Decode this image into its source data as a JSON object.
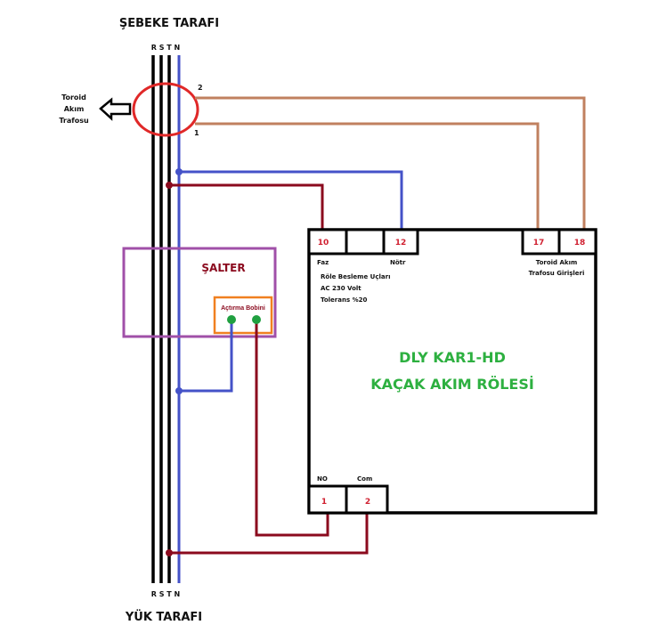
{
  "title_top": "ŞEBEKE TARAFI",
  "title_bottom": "YÜK TARAFI",
  "phase_labels_top": "R S T N",
  "phase_labels_bottom": "R S T N",
  "toroid": {
    "label_lines": [
      "Toroid",
      "Akım",
      "Trafosu"
    ],
    "terminal_2": "2",
    "terminal_1": "1"
  },
  "breaker": {
    "title": "ŞALTER",
    "coil_label": "Açtırma Bobini"
  },
  "relay": {
    "name_line1": "DLY KAR1-HD",
    "name_line2": "KAÇAK AKIM RÖLESİ",
    "terminals_top": [
      "10",
      "",
      "12",
      "17",
      "18"
    ],
    "terminals_bottom": [
      "1",
      "2"
    ],
    "label_faz": "Faz",
    "label_notr": "Nötr",
    "supply_notes": [
      "Röle Besleme Uçları",
      "AC 230 Volt",
      "Tolerans %20"
    ],
    "toroid_inputs": [
      "Toroid Akım",
      "Trafosu Girişleri"
    ],
    "label_no": "NO",
    "label_com": "Com"
  },
  "colors": {
    "phase": "#000000",
    "neutral": "#4452c8",
    "live_wire": "#8b0a1e",
    "toroid_wire": "#c0805f",
    "toroid_ring": "#e02828",
    "breaker_box": "#a050a8",
    "coil_box": "#f08020",
    "coil_contact": "#20a040",
    "relay_title": "#2db040",
    "terminal_num": "#d02030",
    "breaker_title": "#8b0a1e"
  }
}
